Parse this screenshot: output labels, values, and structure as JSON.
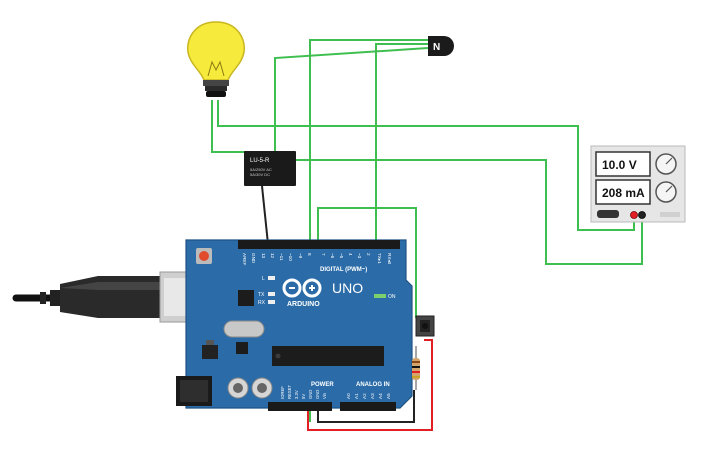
{
  "components": {
    "relay": {
      "name": "LU-5-R",
      "spec_line1": "5A/250V AC",
      "spec_line2": "5A/30V DC"
    },
    "transistor": {
      "label": "N"
    },
    "power_supply": {
      "voltage": "10.0 V",
      "current": "208 mA"
    },
    "arduino": {
      "brand": "ARDUINO",
      "model": "UNO",
      "digital_header": "DIGITAL (PWM~)",
      "power_label": "POWER",
      "analog_label": "ANALOG IN",
      "on_label": "ON",
      "tx_label": "TX",
      "rx_label": "RX",
      "l_label": "L",
      "top_pins": [
        "AREF",
        "GND",
        "13",
        "12",
        "~11",
        "~10",
        "~9",
        "8",
        "7",
        "~6",
        "~5",
        "4",
        "~3",
        "2",
        "TX▸1",
        "RX◂0"
      ],
      "power_pins": [
        "IOREF",
        "RESET",
        "3.3V",
        "5V",
        "GND",
        "GND",
        "Vin"
      ],
      "analog_pins": [
        "A0",
        "A1",
        "A2",
        "A3",
        "A4",
        "A5"
      ]
    }
  },
  "colors": {
    "wire_green": "#3fbf4f",
    "wire_red": "#e31e24",
    "wire_black": "#222222",
    "board": "#2b6ca8",
    "bulb": "#f6ea3c"
  }
}
